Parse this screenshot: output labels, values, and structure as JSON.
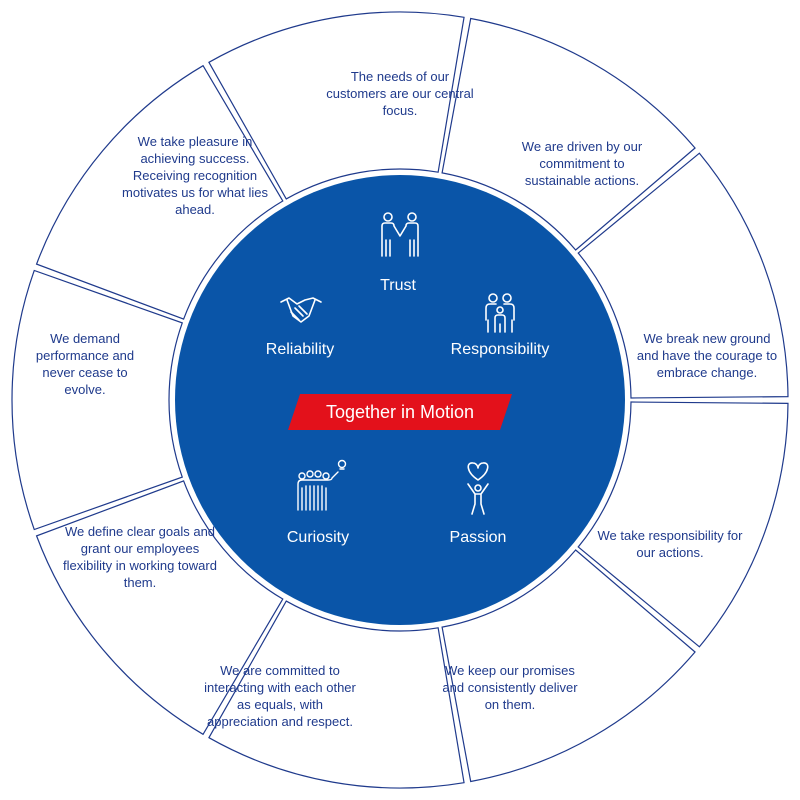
{
  "center": {
    "title": "Together in Motion",
    "disk_color": "#0a55a8",
    "banner_color": "#e3111b"
  },
  "line_color": "#1f3a8c",
  "values": [
    {
      "label": "Trust",
      "icon": "handshake-people-icon"
    },
    {
      "label": "Responsibility",
      "icon": "family-icon"
    },
    {
      "label": "Passion",
      "icon": "heart-person-icon"
    },
    {
      "label": "Curiosity",
      "icon": "group-lightbulb-icon"
    },
    {
      "label": "Reliability",
      "icon": "handshake-icon"
    }
  ],
  "segments": [
    "The needs of our customers are our central focus.",
    "We are driven by our commitment to sustainable actions.",
    "We break new ground and have the courage to embrace change.",
    "We take responsibility for our actions.",
    "We keep our promises and consistently deliver on them.",
    "We are committed to interacting with each other as equals, with appreciation and respect.",
    "We define clear goals and grant our employees flexibility in working toward them.",
    "We demand performance and never cease to evolve.",
    "We take pleasure in achieving success. Receiving recognition motivates us for what lies ahead."
  ]
}
